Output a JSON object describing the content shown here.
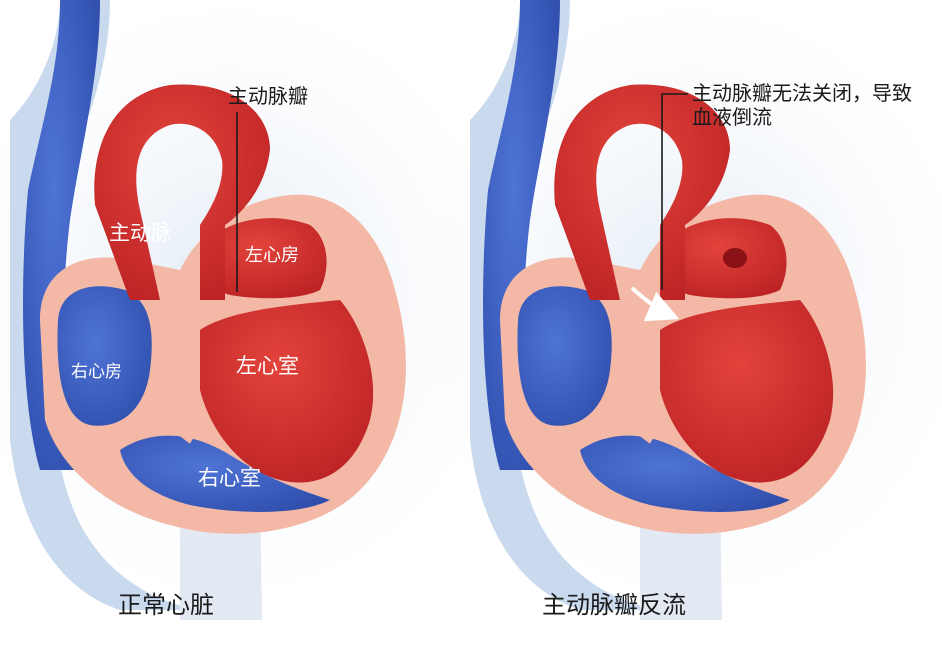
{
  "colors": {
    "oxygenated": "#cf2a2a",
    "deoxygenated": "#3b5fc4",
    "wall": "#f3b9a6",
    "background_glow": "#dfe9f5",
    "arrow": "#ffffff",
    "leader_line": "#1a1a1a"
  },
  "normal": {
    "caption": "正常心脏",
    "labels": {
      "aortic_valve": "主动脉瓣",
      "aorta": "主动脉",
      "left_atrium": "左心房",
      "right_atrium": "右心房",
      "left_ventricle": "左心室",
      "right_ventricle": "右心室"
    }
  },
  "regurgitation": {
    "caption": "主动脉瓣反流",
    "callout_line1": "主动脉瓣无法关闭，导致",
    "callout_line2": "血液倒流"
  }
}
